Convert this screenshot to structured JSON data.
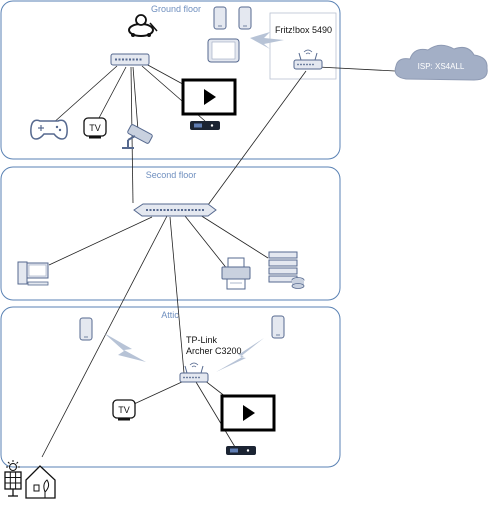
{
  "floors": {
    "ground": "Ground floor",
    "second": "Second floor",
    "attic": "Attic"
  },
  "devices": {
    "fritzbox_label": "Fritz!box 5490",
    "isp_label": "ISP: XS4ALL",
    "tplink_line1": "TP-Link",
    "tplink_line2": "Archer C3200",
    "tv_badge_ground": "TV",
    "tv_badge_attic": "TV"
  },
  "icons": [
    "robot-vacuum-icon",
    "smartphone-icon",
    "tablet-icon",
    "router-icon",
    "network-switch-icon",
    "gamepad-icon",
    "tv-icon",
    "security-camera-icon",
    "monitor-icon",
    "media-player-icon",
    "desktop-computer-icon",
    "printer-icon",
    "server-icon",
    "cloud-icon",
    "wifi-link-icon",
    "solar-panel-icon",
    "smart-home-icon"
  ],
  "colors": {
    "floor_border": "#5a82b4",
    "floor_label": "#6f8fbf",
    "device_fill": "#dfe4ee",
    "device_stroke": "#56698f",
    "cloud_fill": "#a3afc6",
    "wifi_fill": "#b7c3d6"
  }
}
